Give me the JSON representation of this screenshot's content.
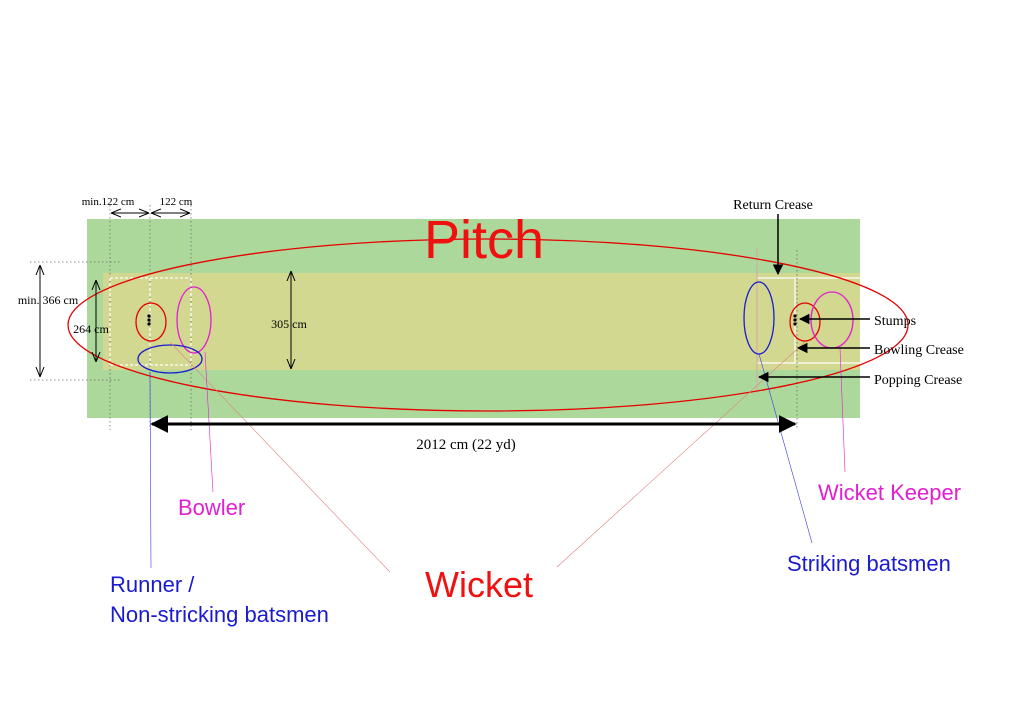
{
  "title": "Pitch",
  "labels": {
    "wicket": "Wicket",
    "bowler": "Bowler",
    "runner_line1": "Runner /",
    "runner_line2": "Non-stricking batsmen",
    "striking_batsmen": "Striking batsmen",
    "wicket_keeper": "Wicket Keeper"
  },
  "annotations": {
    "return_crease": "Return Crease",
    "stumps": "Stumps",
    "bowling_crease": "Bowling Crease",
    "popping_crease": "Popping Crease"
  },
  "dimensions": {
    "min_122": "min.122 cm",
    "d_122": "122 cm",
    "min_366": "min. 366 cm",
    "d_264": "264 cm",
    "d_305": "305 cm",
    "length": "2012 cm (22 yd)"
  },
  "colors": {
    "field": "#acd99b",
    "pitch": "#d2d890",
    "pitch_red": "#e60000",
    "bowler_magenta": "#e020d0",
    "batsman_blue": "#1a1ad0",
    "title_red": "#f01010",
    "keeper_magenta": "#e020d0"
  }
}
